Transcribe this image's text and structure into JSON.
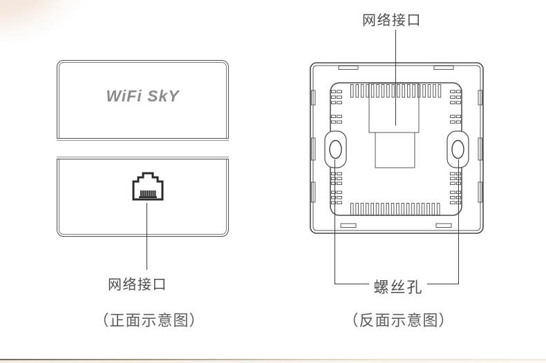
{
  "diagram": {
    "front_view": {
      "logo_text": "WiFi SkY",
      "port_label": "网络接口",
      "caption": "（正面示意图）"
    },
    "back_view": {
      "port_label": "网络接口",
      "screw_label": "螺丝孔",
      "caption": "（反面示意图）"
    }
  },
  "colors": {
    "background": "#ffffff",
    "line_art": "#474747",
    "label_text": "#4c4c4c",
    "caption_text": "#5d5d5d",
    "logo_gray": "#8b8b8b",
    "photo_corner_tint": "#f2e1d6",
    "bottom_line_left": "#6f695c",
    "bottom_line_right": "#f0ebe0",
    "bottom_strip": "#f8f5ec"
  }
}
